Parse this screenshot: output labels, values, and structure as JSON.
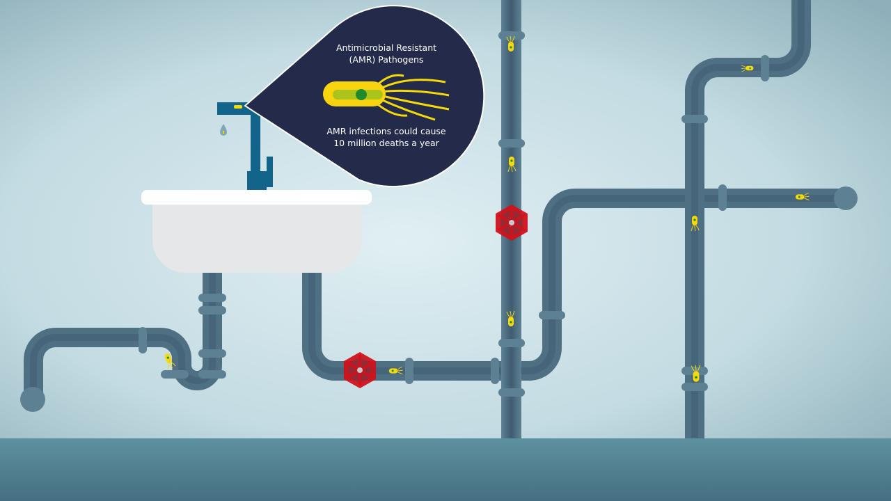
{
  "bubble": {
    "title_line1": "Antimicrobial Resistant",
    "title_line2": "(AMR) Pathogens",
    "stat_line1": "AMR infections could cause",
    "stat_line2": "10 million deaths a year"
  },
  "colors": {
    "background": "#d6e7ec",
    "floor": "#5a8d9b",
    "pipe": "#4f6f82",
    "faucet": "#13648a",
    "bubble": "#232a4a",
    "valve": "#d0121b",
    "bacteria": "#f5d90a",
    "sink": "#e6e7e8"
  }
}
